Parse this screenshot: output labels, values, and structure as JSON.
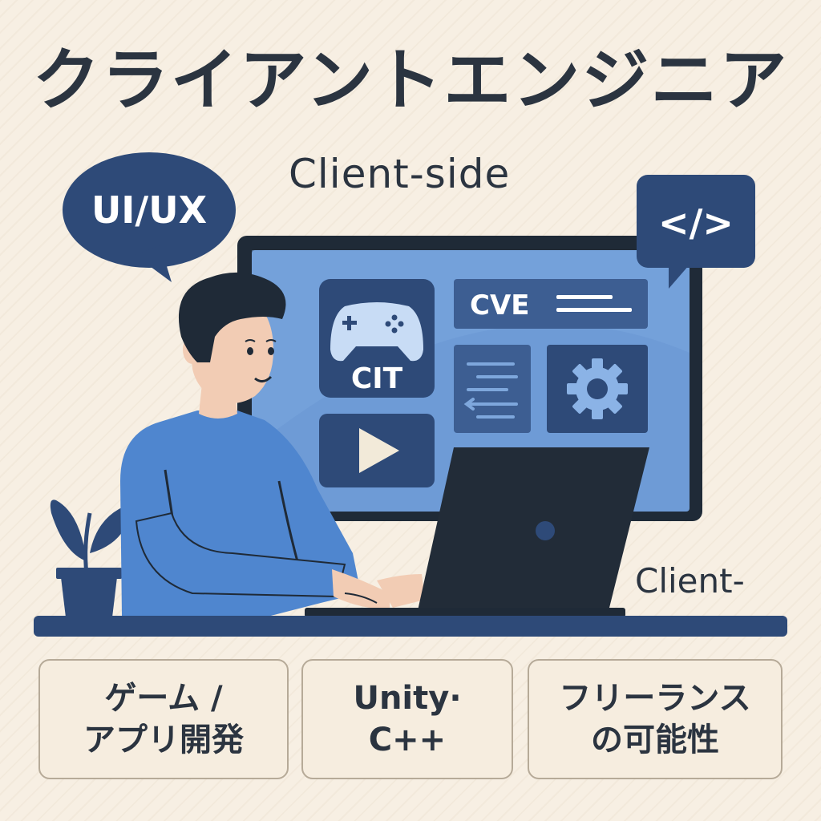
{
  "title": "クライアントエンジニア",
  "subtitle": "Client-side",
  "subtitle_secondary": "Client-",
  "bubbles": {
    "left": "UI/UX",
    "code": "</>"
  },
  "screen_tiles": {
    "tile1_label": "CIT",
    "tile2_label": "CVE"
  },
  "cards": [
    {
      "line1": "ゲーム /",
      "line2": "アプリ開発"
    },
    {
      "line1": "Unity·",
      "line2": "C++"
    },
    {
      "line1": "フリーランス",
      "line2": "の可能性"
    }
  ],
  "colors": {
    "background": "#f7efe3",
    "navy": "#2e4a78",
    "screen": "#6e9bd6",
    "shirt": "#4f86cf",
    "laptop": "#222c38"
  },
  "icons": [
    "gamepad-icon",
    "play-icon",
    "gear-icon",
    "list-icon",
    "code-icon",
    "plant-icon",
    "laptop-icon"
  ]
}
